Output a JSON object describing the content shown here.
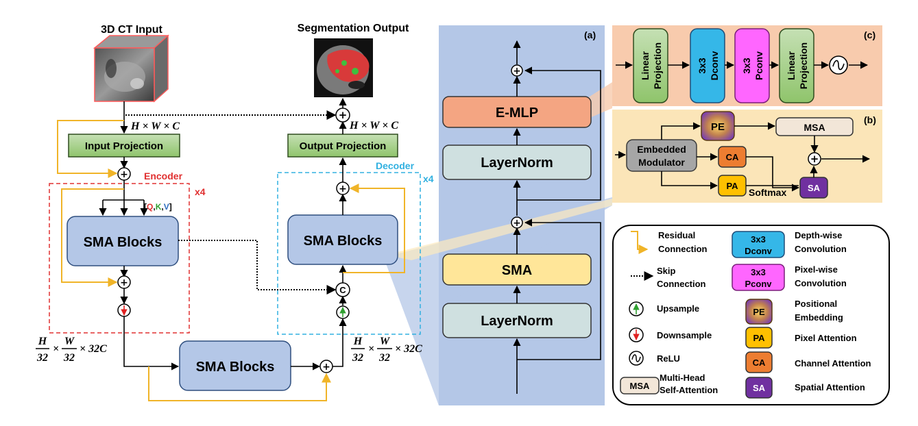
{
  "overview": {
    "input_title": "3D CT Input",
    "output_title": "Segmentation Output",
    "input_projection": "Input Projection",
    "output_projection": "Output Projection",
    "encoder_label": "Encoder",
    "decoder_label": "Decoder",
    "encoder_repeat": "x4",
    "decoder_repeat": "x4",
    "sma_blocks": "SMA Blocks",
    "dim_full": "H × W × C",
    "dim_bottleneck_frac_h": "H",
    "dim_bottleneck_frac_w": "W",
    "dim_bottleneck_den": "32",
    "dim_bottleneck_tail": "× 32C",
    "times": "×",
    "qkv": {
      "open": "[",
      "q": "Q",
      "sep1": ",",
      "k": "K",
      "sep2": ",",
      "v": "V",
      "close": "]"
    },
    "concat_symbol": "C",
    "plus_symbol": "+"
  },
  "panel_a": {
    "tag": "(a)",
    "emlp": "E-MLP",
    "layernorm_top": "LayerNorm",
    "sma": "SMA",
    "layernorm_bottom": "LayerNorm"
  },
  "panel_c": {
    "tag": "(c)",
    "linear_1": [
      "Linear",
      "Projection"
    ],
    "dconv": [
      "3x3",
      "Dconv"
    ],
    "pconv": [
      "3x3",
      "Pconv"
    ],
    "linear_2": [
      "Linear",
      "Projection"
    ]
  },
  "panel_b": {
    "tag": "(b)",
    "modulator": [
      "Embedded",
      "Modulator"
    ],
    "pe": "PE",
    "msa": "MSA",
    "ca": "CA",
    "pa": "PA",
    "sa": "SA",
    "softmax": "Softmax"
  },
  "legend": {
    "residual": [
      "Residual",
      "Connection"
    ],
    "skip": [
      "Skip",
      "Connection"
    ],
    "upsample": "Upsample",
    "downsample": "Downsample",
    "relu": "ReLU",
    "msa_box": "MSA",
    "msa_desc": [
      "Multi-Head",
      "Self-Attention"
    ],
    "dconv_box": [
      "3x3",
      "Dconv"
    ],
    "dconv_desc": [
      "Depth-wise",
      "Convolution"
    ],
    "pconv_box": [
      "3x3",
      "Pconv"
    ],
    "pconv_desc": [
      "Pixel-wise",
      "Convolution"
    ],
    "pe_box": "PE",
    "pe_desc": [
      "Positional",
      "Embedding"
    ],
    "pa_box": "PA",
    "pa_desc": "Pixel Attention",
    "ca_box": "CA",
    "ca_desc": "Channel Attention",
    "sa_box": "SA",
    "sa_desc": "Spatial Attention"
  },
  "colors": {
    "green_box": "#a9d18e",
    "blue_box": "#b4c7e7",
    "panel_a_bg": "#b4c7e7",
    "layernorm": "#cfe0e0",
    "emlp": "#f4a582",
    "sma_yellow": "#ffe699",
    "panel_c_bg": "#f8cbad",
    "panel_b_bg": "#fbe5b8",
    "dconv": "#35b7e8",
    "pconv": "#ff66ff",
    "ca": "#ed7d31",
    "pa": "#ffc000",
    "sa": "#7030a0",
    "pe": "#8064a2",
    "residual_line": "#f0b428",
    "encoder_dash": "#e03030",
    "decoder_dash": "#30b0e0",
    "msa_box": "#f2e6d8",
    "modulator": "#a6a6a6"
  }
}
